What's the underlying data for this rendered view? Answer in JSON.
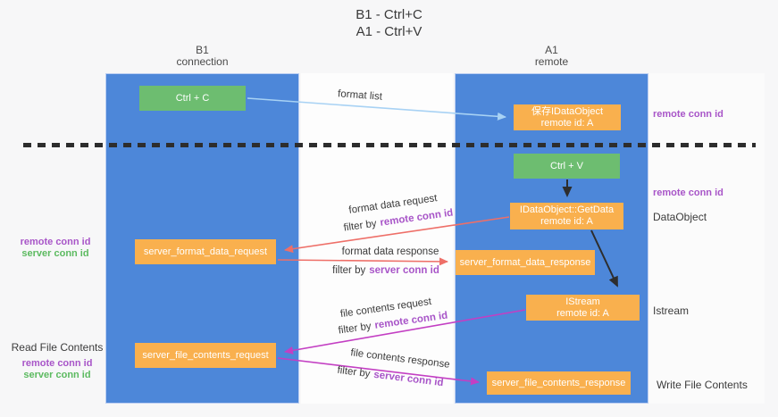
{
  "title": {
    "line1": "B1 - Ctrl+C",
    "line2": "A1 - Ctrl+V"
  },
  "lanes": {
    "left": {
      "name": "B1",
      "role": "connection"
    },
    "right": {
      "name": "A1",
      "role": "remote"
    }
  },
  "nodes": {
    "ctrl_c": {
      "label": "Ctrl + C"
    },
    "ctrl_v": {
      "label": "Ctrl + V"
    },
    "save_dataobject": {
      "line1": "保存IDataObject",
      "line2": "remote id: A"
    },
    "getdata": {
      "line1": "IDataObject::GetData",
      "line2": "remote id: A"
    },
    "istream": {
      "line1": "IStream",
      "line2": "remote id: A"
    },
    "format_request": {
      "label": "server_format_data_request"
    },
    "format_response": {
      "label": "server_format_data_response"
    },
    "file_request": {
      "label": "server_file_contents_request"
    },
    "file_response": {
      "label": "server_file_contents_response"
    }
  },
  "side_labels": {
    "right_conn_id_1": "remote conn id",
    "right_conn_id_2": "remote conn id",
    "dataobject": "DataObject",
    "istream": "Istream",
    "write_file": "Write File Contents",
    "left_remote_1": "remote conn id",
    "left_server_1": "server conn id",
    "read_file": "Read File Contents",
    "left_remote_2": "remote conn id",
    "left_server_2": "server conn id"
  },
  "arrows": {
    "format_list": {
      "label": "format list"
    },
    "format_request": {
      "label": "format data request",
      "filter_prefix": "filter by",
      "filter_key": "remote conn id"
    },
    "format_response": {
      "label": "format data response",
      "filter_prefix": "filter by",
      "filter_key": "server conn id"
    },
    "file_request": {
      "label": "file contents request",
      "filter_prefix": "filter by",
      "filter_key": "remote conn id"
    },
    "file_response": {
      "label": "file contents response",
      "filter_prefix": "filter by",
      "filter_key": "server conn id"
    }
  },
  "colors": {
    "lane_blue": "#4d87d9",
    "node_orange": "#f9b04e",
    "node_green": "#6dbd70",
    "arrow_light_blue": "#a8d2f4",
    "arrow_salmon": "#ee6f68",
    "arrow_magenta": "#c33fc3",
    "arrow_black": "#2d2d2d",
    "conn_id_purple": "#a855c8",
    "conn_id_green": "#5cba60",
    "dash_black": "#2d2d2d"
  }
}
